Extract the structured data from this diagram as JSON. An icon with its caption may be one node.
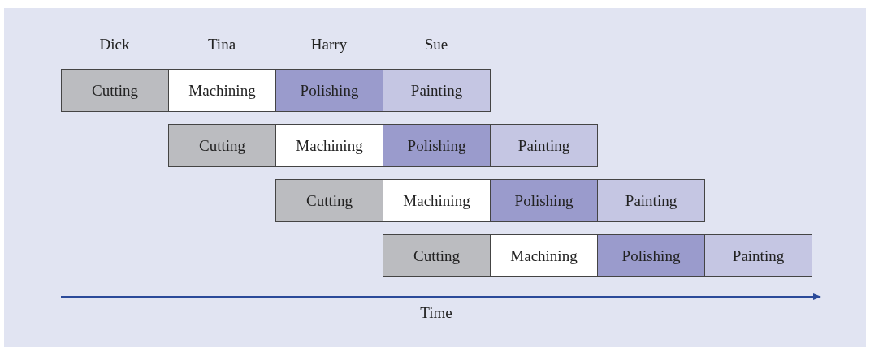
{
  "diagram": {
    "nodes": [
      {
        "text": [
          "Cutting"
        ]
      },
      {
        "text": [
          "Machining"
        ]
      },
      {
        "text": [
          "Polishing"
        ]
      },
      {
        "text": [
          "Painting"
        ]
      },
      {
        "text": [
          "Cutting"
        ]
      },
      {
        "text": [
          "Machining"
        ]
      },
      {
        "text": [
          "Polishing"
        ]
      },
      {
        "text": [
          "Painting"
        ]
      },
      {
        "text": [
          "Cutting"
        ]
      },
      {
        "text": [
          "Machining"
        ]
      },
      {
        "text": [
          "Polishing"
        ]
      },
      {
        "text": [
          "Painting"
        ]
      },
      {
        "text": [
          "Cutting"
        ]
      },
      {
        "text": [
          "Machining"
        ]
      },
      {
        "text": [
          "Polishing"
        ]
      },
      {
        "text": [
          "Painting"
        ]
      }
    ],
    "labels": [
      "Dick",
      "Tina",
      "Harry",
      "Sue",
      "Time"
    ]
  }
}
